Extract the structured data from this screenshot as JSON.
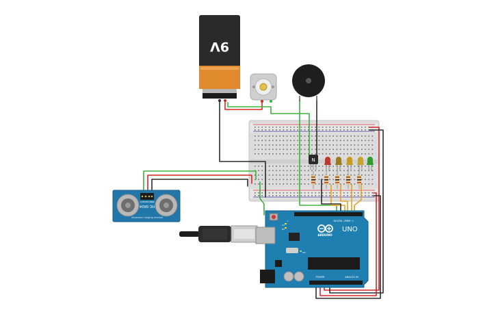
{
  "battery": {
    "label": "9V"
  },
  "sensor": {
    "model": "HC-SR04",
    "caption": "ultrasonic ranging module",
    "pins": [
      "VCC",
      "TRIG",
      "ECHO",
      "GND"
    ]
  },
  "arduino": {
    "brand": "ARDUINO",
    "model": "UNO",
    "digital_label": "DIGITAL (PWM~)",
    "power_label": "POWER",
    "analog_label": "ANALOG IN",
    "tx_label": "TX",
    "rx_label": "RX",
    "l_label": "L",
    "on_label": "ON"
  },
  "transistor": {
    "label": "N"
  },
  "leds": [
    {
      "color": "#c0392b"
    },
    {
      "color": "#9c7a1e"
    },
    {
      "color": "#c69a1a"
    },
    {
      "color": "#c8a52a"
    },
    {
      "color": "#2f9e2f"
    }
  ],
  "wire_colors": {
    "red": "#d62424",
    "black": "#2b2b2b",
    "green": "#3bb33b",
    "orange": "#e8a21b"
  }
}
